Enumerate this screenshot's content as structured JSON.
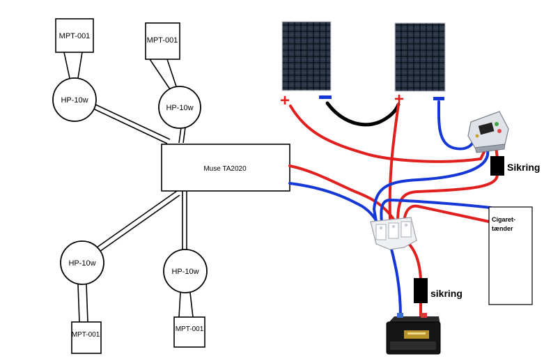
{
  "diagram": {
    "tweeters": [
      "MPT-001",
      "MPT-001",
      "MPT-001",
      "MPT-001"
    ],
    "speakers": [
      "HP-10w",
      "HP-10w",
      "HP-10w",
      "HP-10w"
    ],
    "amplifier": "Muse TA2020",
    "fuse_top": "Sikring",
    "fuse_bottom": "sikring",
    "lighter_line1": "Cigaret-",
    "lighter_line2": "tænder",
    "polarity": {
      "plus": "+",
      "minus": "–"
    },
    "colors": {
      "positive": "#e0201f",
      "negative": "#1537d6",
      "link": "#000000",
      "panel": "#1a2330"
    }
  }
}
